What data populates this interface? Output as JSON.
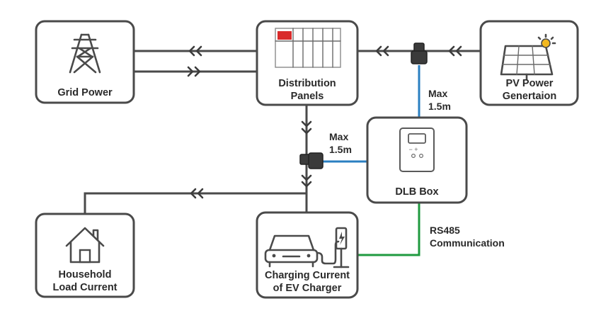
{
  "nodes": {
    "grid": {
      "label": "Grid Power"
    },
    "distribution": {
      "line1": "Distribution",
      "line2": "Panels"
    },
    "pv": {
      "line1": "PV Power",
      "line2": "Genertaion"
    },
    "dlb": {
      "label": "DLB Box"
    },
    "household": {
      "line1": "Household",
      "line2": "Load Current"
    },
    "ev": {
      "line1": "Charging Current",
      "line2": "of EV Charger"
    }
  },
  "annotations": {
    "max_right": {
      "line1": "Max",
      "line2": "1.5m"
    },
    "max_left": {
      "line1": "Max",
      "line2": "1.5m"
    },
    "rs485": {
      "line1": "RS485",
      "line2": "Communication"
    }
  },
  "colors": {
    "line": "#4a4a4a",
    "sensor_cable": "#2a7fc1",
    "communication_cable": "#1f9a3f",
    "breaker_highlight": "#d92b2b"
  }
}
